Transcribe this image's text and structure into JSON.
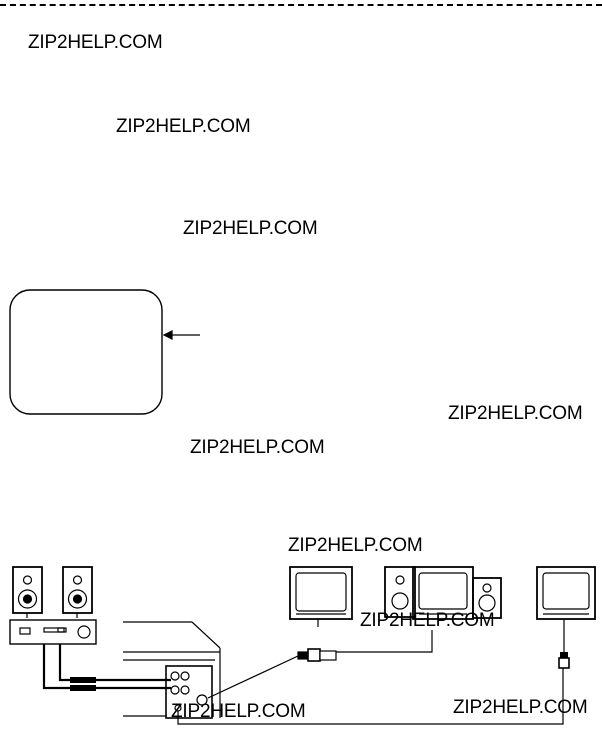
{
  "watermarks": [
    "ZIP2HELP.COM",
    "ZIP2HELP.COM",
    "ZIP2HELP.COM",
    "ZIP2HELP.COM",
    "ZIP2HELP.COM",
    "ZIP2HELP.COM",
    "ZIP2HELP.COM",
    "ZIP2HELP.COM",
    "ZIP2HELP.COM"
  ],
  "diagram": {
    "icons": [
      "speaker-icon",
      "amplifier-icon",
      "vcr-icon",
      "tv-icon",
      "stereo-tv-icon",
      "rf-plug-icon"
    ]
  }
}
